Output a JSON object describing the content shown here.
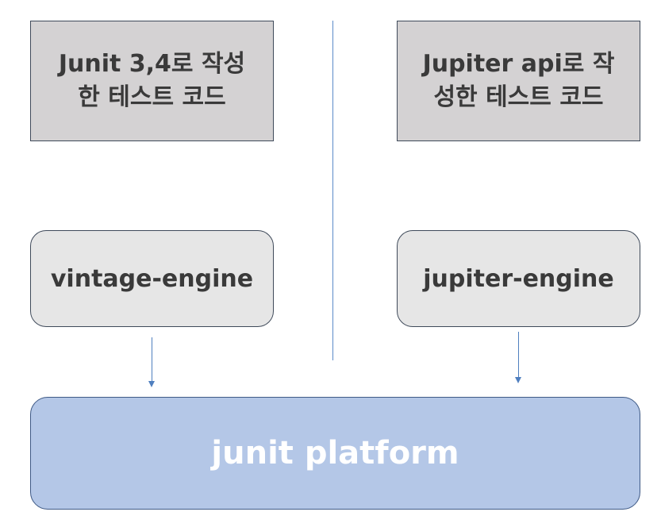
{
  "diagram": {
    "left_column": {
      "code_box_label": "Junit 3,4로 작성\n한 테스트 코드",
      "engine_label": "vintage-engine"
    },
    "right_column": {
      "code_box_label": "Jupiter api로 작\n성한 테스트 코드",
      "engine_label": "jupiter-engine"
    },
    "platform_label": "junit platform",
    "colors": {
      "code_box_fill": "#d4d2d3",
      "engine_box_fill": "#e6e6e6",
      "platform_fill": "#b4c7e7",
      "connector": "#4f7fbf"
    }
  }
}
